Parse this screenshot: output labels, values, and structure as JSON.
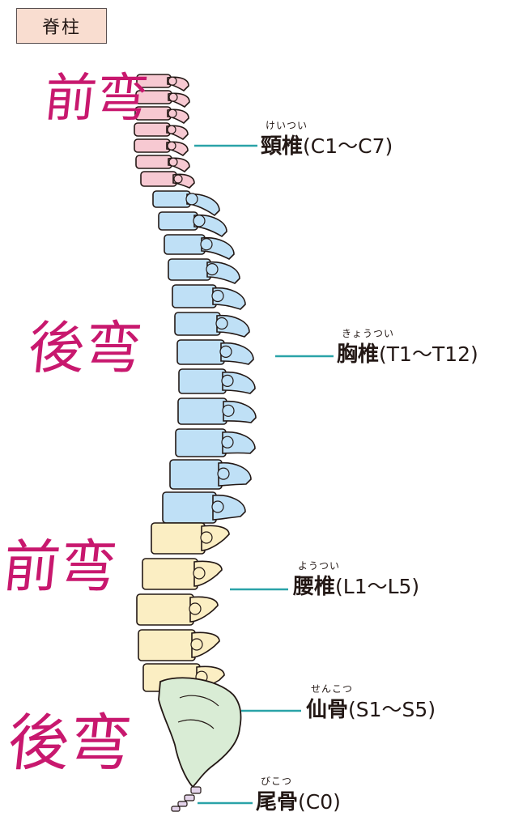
{
  "title": "脊柱",
  "curvatures": [
    {
      "id": "cervical",
      "label": "前弯"
    },
    {
      "id": "thoracic",
      "label": "後弯"
    },
    {
      "id": "lumbar",
      "label": "前弯"
    },
    {
      "id": "sacral",
      "label": "後弯"
    }
  ],
  "regions": [
    {
      "id": "cervical",
      "ruby": "けいつい",
      "name": "頸椎",
      "range": "(C1〜C7)",
      "color": "#f7c9d2"
    },
    {
      "id": "thoracic",
      "ruby": "きょうつい",
      "name": "胸椎",
      "range": "(T1〜T12)",
      "color": "#bfe0f6"
    },
    {
      "id": "lumbar",
      "ruby": "ようつい",
      "name": "腰椎",
      "range": "(L1〜L5)",
      "color": "#fbeec3"
    },
    {
      "id": "sacrum",
      "ruby": "せんこつ",
      "name": "仙骨",
      "range": "(S1〜S5)",
      "color": "#d9ecd5"
    },
    {
      "id": "coccyx",
      "ruby": "びこつ",
      "name": "尾骨",
      "range": "(C0)",
      "color": "#e3d3ea"
    }
  ],
  "colors": {
    "leader_line": "#2aa3a8",
    "curve_text": "#c8186e",
    "title_bg": "#f9ddd0",
    "outline": "#231815"
  }
}
